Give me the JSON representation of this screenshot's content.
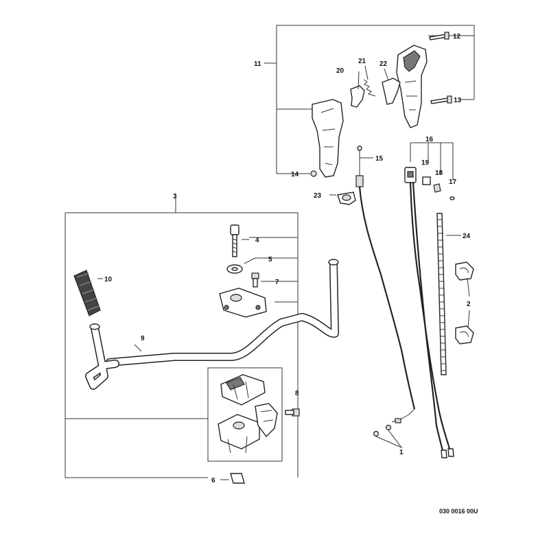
{
  "diagram_code": "030 0016 00U",
  "callouts": [
    "1",
    "2",
    "3",
    "4",
    "5",
    "6",
    "7",
    "8",
    "9",
    "10",
    "11",
    "12",
    "13",
    "14",
    "15",
    "16",
    "17",
    "18",
    "19",
    "20",
    "21",
    "22",
    "23",
    "24"
  ]
}
